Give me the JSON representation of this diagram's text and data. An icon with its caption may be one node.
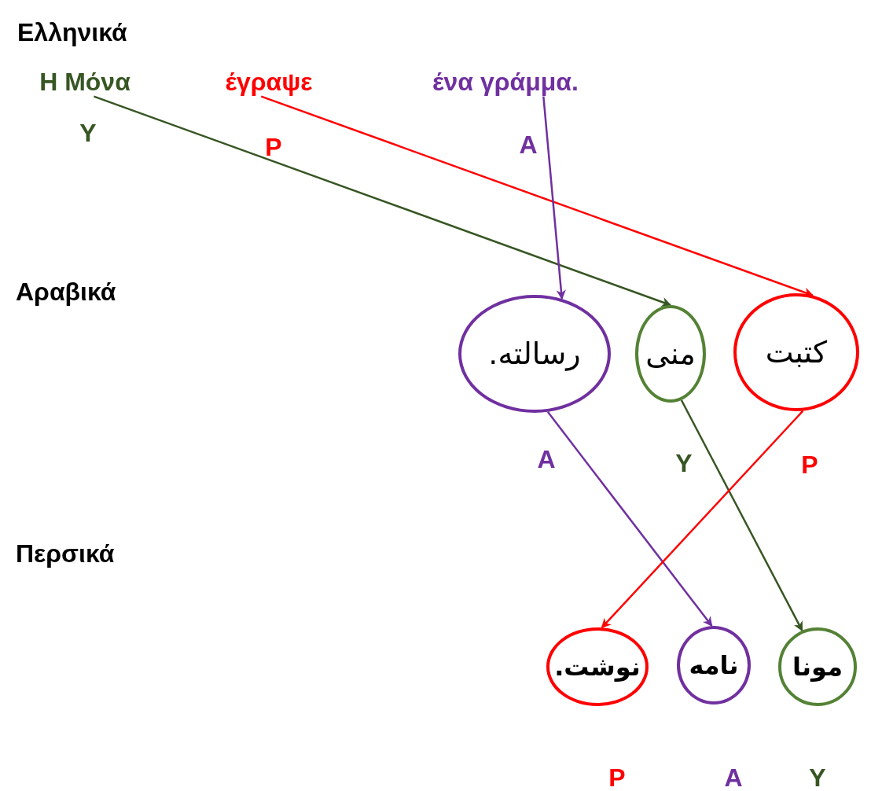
{
  "diagram": {
    "nodes": [
      {
        "text": [
          "Η Μόνα"
        ]
      },
      {
        "text": [
          "έγραψε"
        ]
      },
      {
        "text": [
          "ένα γράμμα."
        ]
      },
      {
        "text": [
          "رسالته."
        ]
      },
      {
        "text": [
          "منى"
        ]
      },
      {
        "text": [
          "كتبت"
        ]
      },
      {
        "text": [
          "نوشت."
        ]
      },
      {
        "text": [
          "نامه"
        ]
      },
      {
        "text": [
          "مونا"
        ]
      }
    ],
    "edges": [
      {
        "from": 0,
        "to": 4,
        "arrow": "to",
        "color": "#375623"
      },
      {
        "from": 1,
        "to": 5,
        "arrow": "to",
        "color": "#ff0000"
      },
      {
        "from": 2,
        "to": 3,
        "arrow": "to",
        "color": "#7030a0"
      },
      {
        "from": 3,
        "to": 7,
        "arrow": "to",
        "color": "#7030a0"
      },
      {
        "from": 4,
        "to": 8,
        "arrow": "to",
        "color": "#375623"
      },
      {
        "from": 5,
        "to": 6,
        "arrow": "to",
        "color": "#ff0000"
      }
    ],
    "labels": [
      "Ελληνικά",
      "Y",
      "P",
      "A",
      "Αραβικά",
      "A",
      "Y",
      "P",
      "Περσικά",
      "P",
      "A",
      "Y"
    ]
  }
}
